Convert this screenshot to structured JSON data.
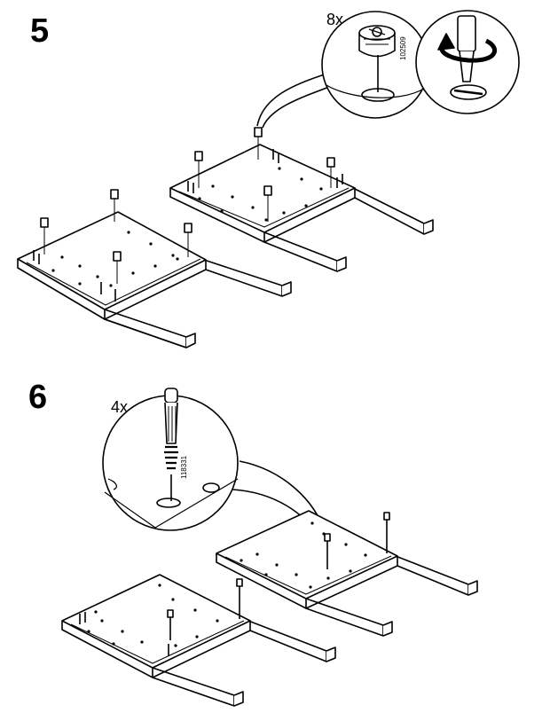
{
  "steps": [
    {
      "number": "5",
      "fittings": [
        {
          "quantity": "8x",
          "part_number": "102509",
          "kind": "cam-lock"
        }
      ]
    },
    {
      "number": "6",
      "fittings": [
        {
          "quantity": "4x",
          "part_number": "118331",
          "kind": "dowel"
        }
      ]
    }
  ],
  "colors": {
    "ink": "#000000",
    "paper": "#ffffff",
    "callout": "#f7f7f7"
  }
}
